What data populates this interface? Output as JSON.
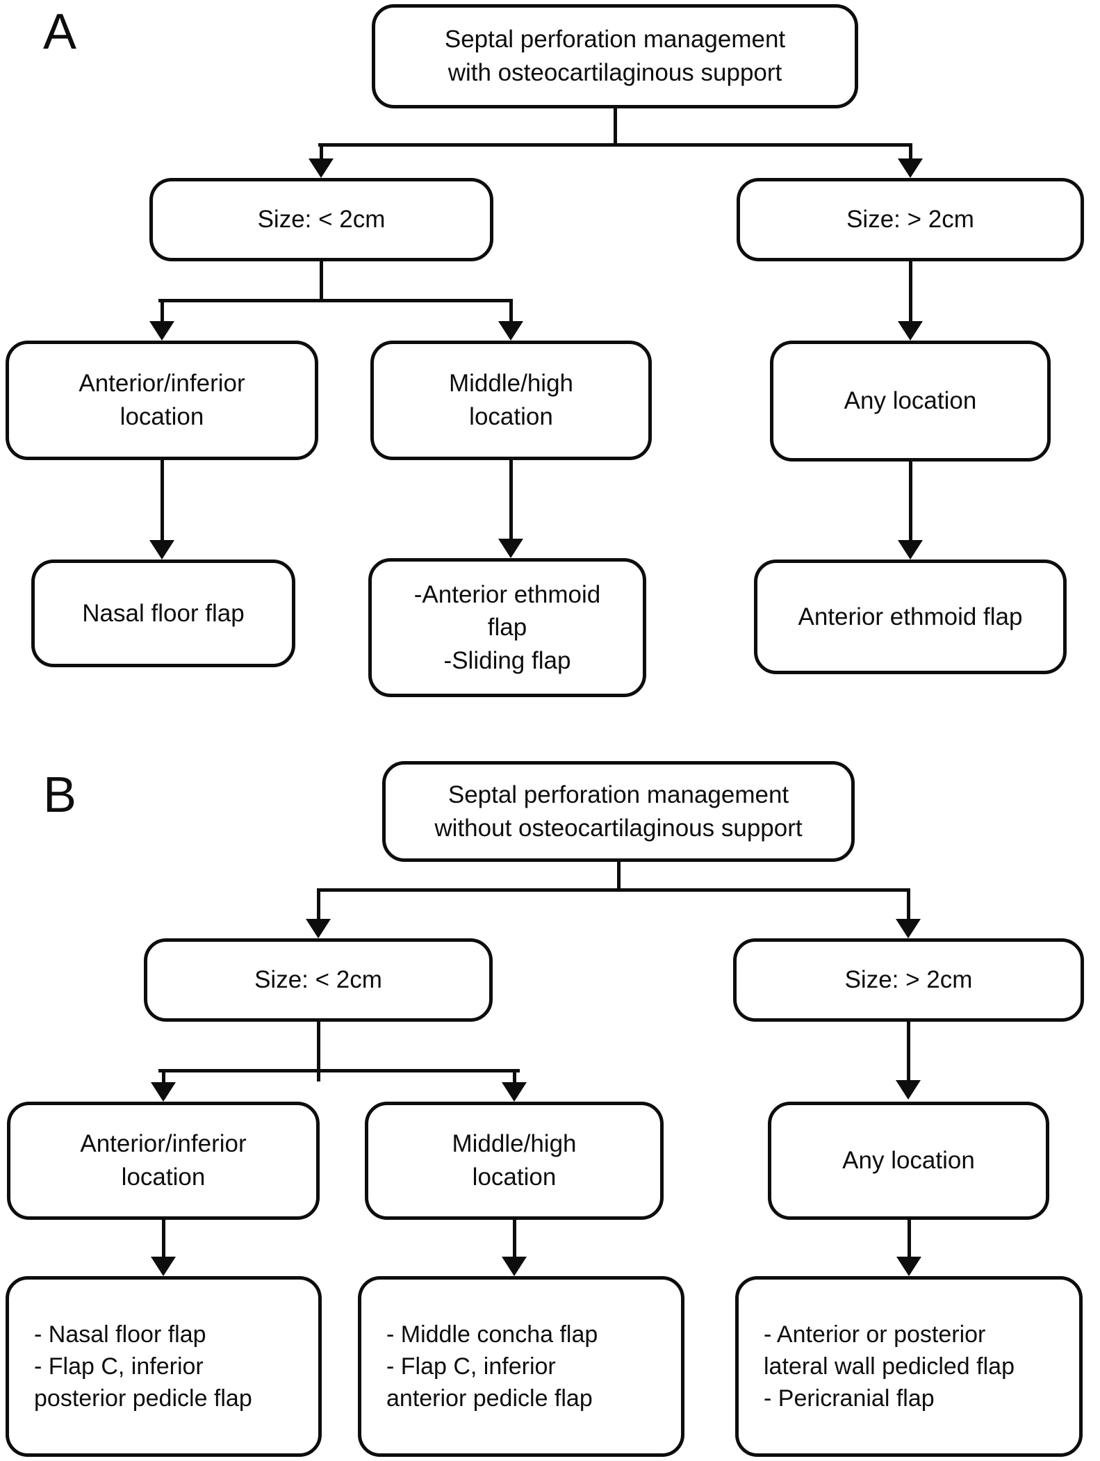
{
  "figure": {
    "type": "flowchart",
    "colors": {
      "line": "#0d0d0d",
      "text": "#0d0d0d",
      "background": "#ffffff",
      "node_fill": "#ffffff"
    },
    "panels": [
      {
        "label": "A",
        "root": "Septal perforation management\nwith osteocartilaginous support",
        "size_small": "Size: < 2cm",
        "size_large": "Size: > 2cm",
        "anterior_inferior": "Anterior/inferior\nlocation",
        "middle_high": "Middle/high\nlocation",
        "any_location": "Any location",
        "outcome_anterior_inferior": "Nasal floor flap",
        "outcome_middle_high": "-Anterior ethmoid\nflap\n-Sliding flap",
        "outcome_any_location": "Anterior ethmoid flap",
        "edges": [
          [
            "root",
            "size_small"
          ],
          [
            "root",
            "size_large"
          ],
          [
            "size_small",
            "anterior_inferior"
          ],
          [
            "size_small",
            "middle_high"
          ],
          [
            "size_large",
            "any_location"
          ],
          [
            "anterior_inferior",
            "outcome_anterior_inferior"
          ],
          [
            "middle_high",
            "outcome_middle_high"
          ],
          [
            "any_location",
            "outcome_any_location"
          ]
        ]
      },
      {
        "label": "B",
        "root": "Septal perforation management\nwithout osteocartilaginous support",
        "size_small": "Size: < 2cm",
        "size_large": "Size: > 2cm",
        "anterior_inferior": "Anterior/inferior\nlocation",
        "middle_high": "Middle/high\nlocation",
        "any_location": "Any location",
        "outcome_anterior_inferior": "- Nasal floor flap\n- Flap C, inferior\nposterior pedicle flap",
        "outcome_middle_high": "- Middle concha flap\n- Flap  C, inferior\nanterior pedicle flap",
        "outcome_any_location": "- Anterior or posterior\nlateral wall pedicled flap\n- Pericranial flap",
        "edges": [
          [
            "root",
            "size_small"
          ],
          [
            "root",
            "size_large"
          ],
          [
            "size_small",
            "anterior_inferior"
          ],
          [
            "size_small",
            "middle_high"
          ],
          [
            "size_large",
            "any_location"
          ],
          [
            "anterior_inferior",
            "outcome_anterior_inferior"
          ],
          [
            "middle_high",
            "outcome_middle_high"
          ],
          [
            "any_location",
            "outcome_any_location"
          ]
        ]
      }
    ]
  }
}
